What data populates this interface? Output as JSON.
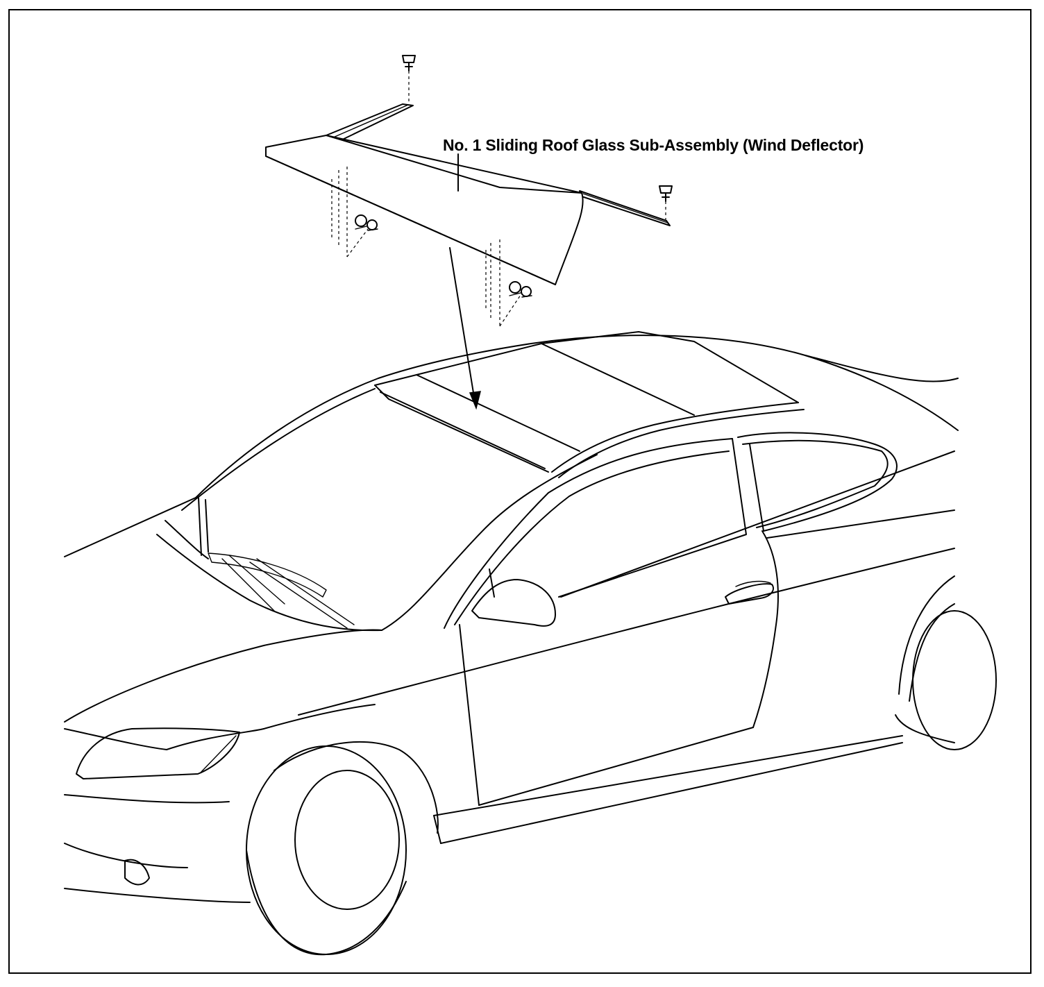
{
  "diagram": {
    "callout_label": "No. 1 Sliding Roof Glass Sub-Assembly (Wind Deflector)",
    "line_color": "#000000",
    "background_color": "#ffffff",
    "icons": [
      "vehicle-outline",
      "wind-deflector-part",
      "screw-icon",
      "clip-icon",
      "installation-arrow"
    ]
  }
}
